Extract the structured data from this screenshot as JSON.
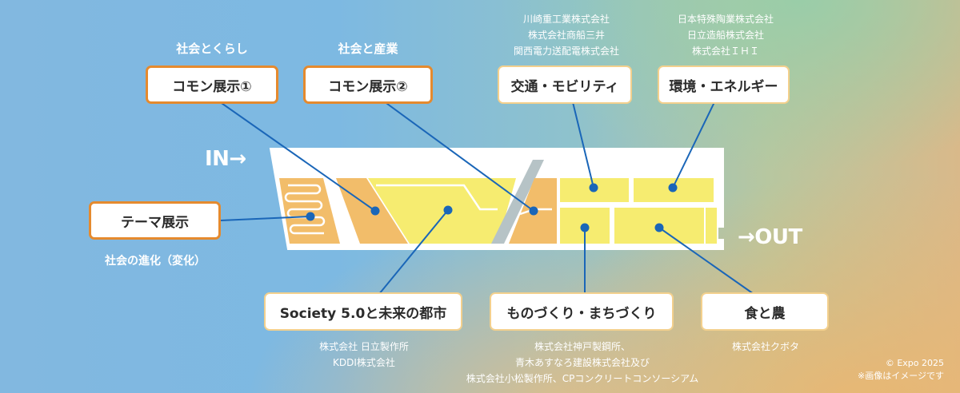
{
  "flow": {
    "in": "IN→",
    "out": "→OUT"
  },
  "captions": {
    "society_life": "社会とくらし",
    "society_industry": "社会と産業",
    "society_evolution": "社会の進化（変化）"
  },
  "boxes": {
    "common1": "コモン展示①",
    "common2": "コモン展示②",
    "mobility": "交通・モビリティ",
    "environment": "環境・エネルギー",
    "theme": "テーマ展示",
    "society": "Society 5.0と未来の都市",
    "monozukuri": "ものづくり・まちづくり",
    "food": "食と農"
  },
  "companies": {
    "mobility": [
      "川崎重工業株式会社",
      "株式会社商船三井",
      "関西電力送配電株式会社"
    ],
    "environment": [
      "日本特殊陶業株式会社",
      "日立造船株式会社",
      "株式会社ＩＨＩ"
    ],
    "society": [
      "株式会社 日立製作所",
      "KDDI株式会社"
    ],
    "monozukuri": [
      "株式会社神戸製鋼所、",
      "青木あすなろ建設株式会社及び",
      "株式会社小松製作所、CPコンクリートコンソーシアム"
    ],
    "food": [
      "株式会社クボタ"
    ]
  },
  "footer": {
    "copyright": "© Expo 2025",
    "note": "※画像はイメージです"
  },
  "colors": {
    "orange_zone": "#f2bd6a",
    "yellow_zone": "#f6ec70",
    "connector": "#1a66b8",
    "orange_border": "#e58a2e",
    "light_border": "#f3d08d"
  }
}
